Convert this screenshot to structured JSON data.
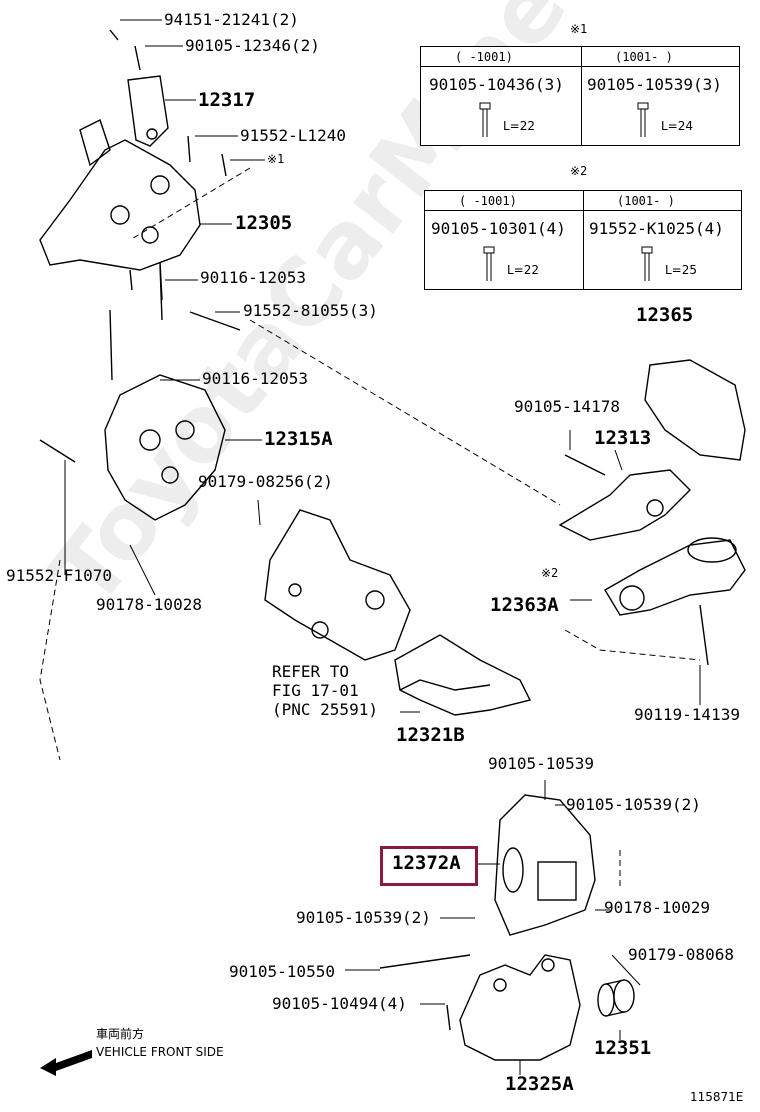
{
  "labels": {
    "p94151": "94151-21241(2)",
    "p90105_12346": "90105-12346(2)",
    "p12317": "12317",
    "p91552_L1240": "91552-L1240",
    "note1_ref": "※1",
    "p12305": "12305",
    "p90116_a": "90116-12053",
    "p91552_81055": "91552-81055(3)",
    "p90116_b": "90116-12053",
    "p12315A": "12315A",
    "p90179_08256": "90179-08256(2)",
    "p91552_F1070": "91552-F1070",
    "p90178_10028": "90178-10028",
    "refer1": "REFER TO",
    "refer2": "FIG 17-01",
    "refer3": "(PNC 25591)",
    "p12321B": "12321B",
    "p12365": "12365",
    "p90105_14178": "90105-14178",
    "p12313": "12313",
    "note2_ref": "※2",
    "p12363A": "12363A",
    "p90119_14139": "90119-14139",
    "p90105_10539_top": "90105-10539",
    "p90105_10539_2r": "90105-10539(2)",
    "p12372A": "12372A",
    "p90105_10539_2l": "90105-10539(2)",
    "p90178_10029": "90178-10029",
    "p90105_10550": "90105-10550",
    "p90179_08068": "90179-08068",
    "p90105_10494": "90105-10494(4)",
    "p12351": "12351",
    "p12325A": "12325A",
    "front_jp": "車両前方",
    "front_en": "VEHICLE FRONT SIDE",
    "figure_no": "115871E"
  },
  "table1": {
    "mark": "※1",
    "col1_header": "(   -1001)",
    "col2_header": "(1001-    )",
    "col1_part": "90105-10436(3)",
    "col2_part": "90105-10539(3)",
    "col1_len": "L=22",
    "col2_len": "L=24"
  },
  "table2": {
    "mark": "※2",
    "col1_header": "(   -1001)",
    "col2_header": "(1001-    )",
    "col1_part": "90105-10301(4)",
    "col2_part": "91552-K1025(4)",
    "col1_len": "L=22",
    "col2_len": "L=25"
  },
  "watermark": "ToyotaCarMine.ru",
  "colors": {
    "highlight": "#8b1a3a",
    "line": "#000000"
  }
}
